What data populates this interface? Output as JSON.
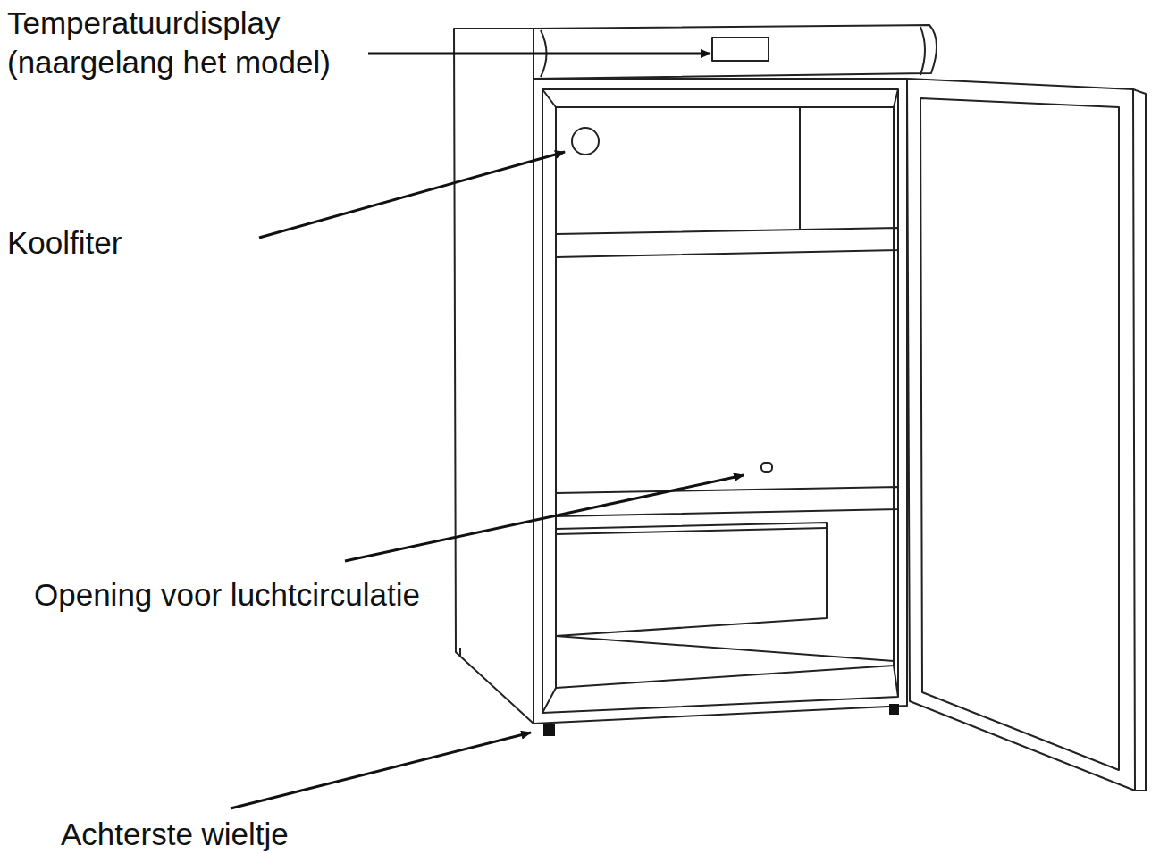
{
  "diagram": {
    "labels": [
      "Temperatuurdisplay (naargelang het model)",
      "Koolfiter",
      "Opening voor luchtcirculatie",
      "Achterste wieltje"
    ]
  }
}
